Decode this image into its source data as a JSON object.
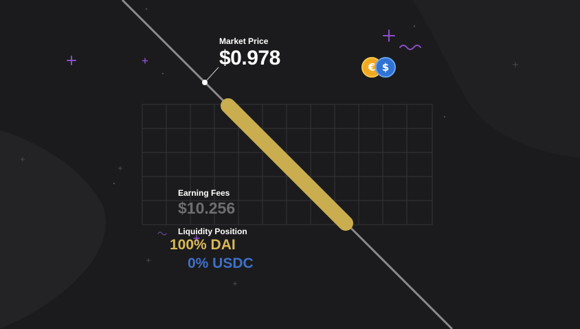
{
  "market": {
    "label": "Market Price",
    "value": "$0.978"
  },
  "fees": {
    "label": "Earning Fees",
    "value": "$10.256"
  },
  "liquidity": {
    "label": "Liquidity Position",
    "dai": "100% DAI",
    "usdc": "0% USDC"
  },
  "coins": {
    "dai_glyph": "€",
    "usdc_glyph": "$"
  },
  "colors": {
    "background": "#1b1b1d",
    "range_bar": "#c9ad4e",
    "dai": "#d9b955",
    "usdc": "#3f70c8",
    "accent_purple": "#8b4fc9"
  }
}
